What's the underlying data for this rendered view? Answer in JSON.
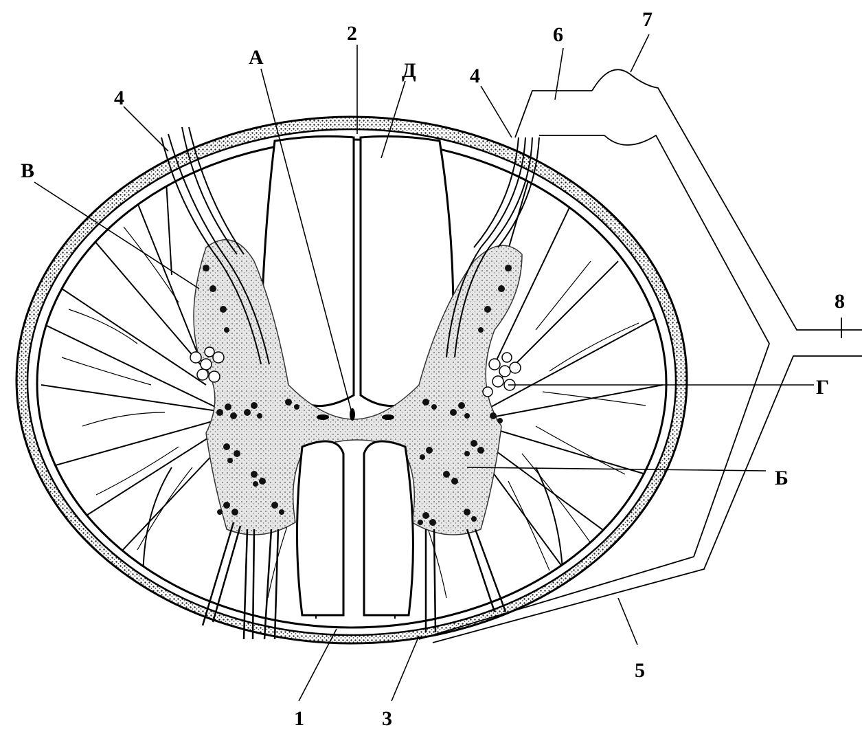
{
  "labels": {
    "A": "А",
    "B_cyr": "Б",
    "V": "В",
    "G": "Г",
    "D": "Д",
    "n1": "1",
    "n2": "2",
    "n3": "3",
    "n4_left": "4",
    "n4_right": "4",
    "n5": "5",
    "n6": "6",
    "n7": "7",
    "n8": "8"
  },
  "colors": {
    "ink": "#000000",
    "background": "#ffffff",
    "grey_matter_fill": "#d8d8d8"
  }
}
